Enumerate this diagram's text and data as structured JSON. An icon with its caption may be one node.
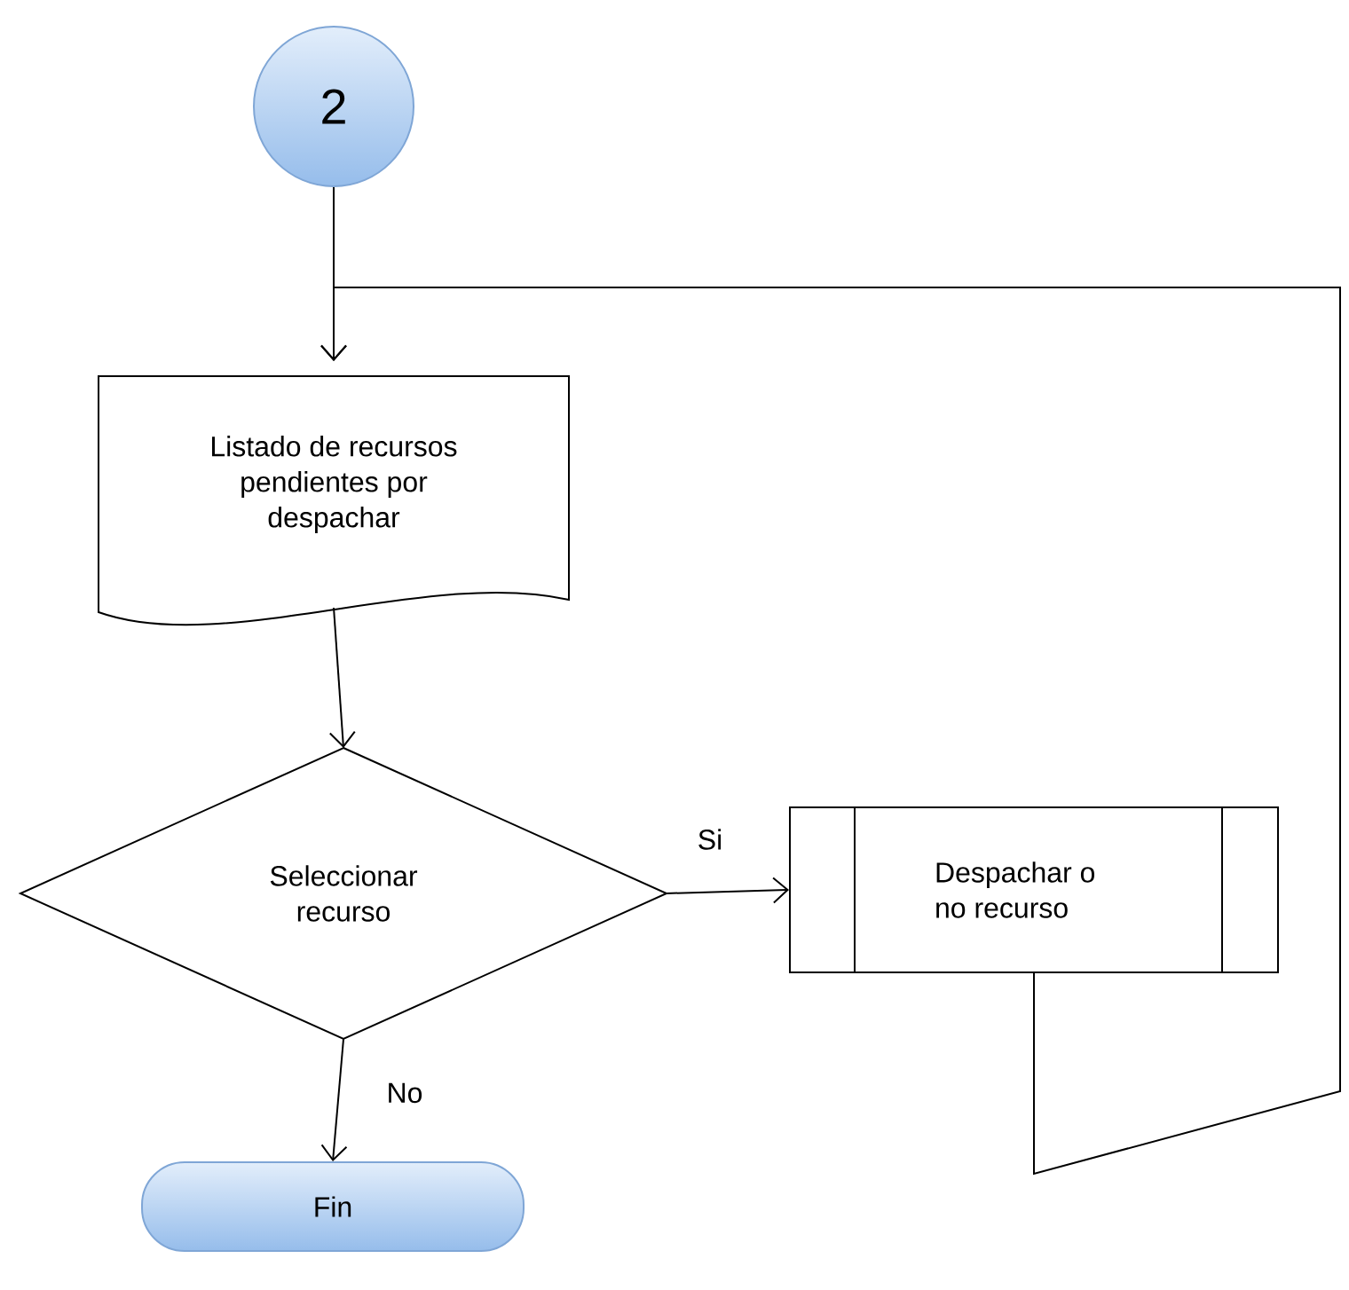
{
  "diagram": {
    "nodes": [
      {
        "text": [
          "2"
        ]
      },
      {
        "text": [
          "Listado de recursos pendientes por despachar"
        ]
      },
      {
        "text": [
          "Seleccionar recurso"
        ]
      },
      {
        "text": [
          "Despachar o no recurso"
        ]
      },
      {
        "text": [
          "Fin"
        ]
      }
    ],
    "edges": [
      {
        "from": 0,
        "to": 1,
        "arrow": "to"
      },
      {
        "from": 1,
        "to": 2,
        "arrow": "to"
      },
      {
        "from": 2,
        "to": 3,
        "arrow": "to",
        "label": "Si"
      },
      {
        "from": 2,
        "to": 4,
        "arrow": "to",
        "label": "No"
      },
      {
        "from": 3,
        "to": 1,
        "arrow": "to"
      }
    ]
  }
}
